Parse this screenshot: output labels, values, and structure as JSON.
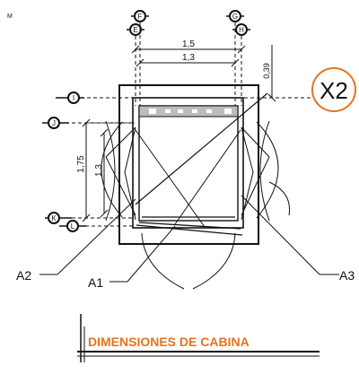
{
  "corner_mark": "M",
  "grid_markers": [
    "F",
    "E",
    "G",
    "H",
    "I",
    "J",
    "K",
    "L"
  ],
  "dimensions": {
    "width_outer": "1,5",
    "width_inner": "1,3",
    "depth_outer": "1,75",
    "depth_inner": "1,3",
    "top_offset": "0,39"
  },
  "callout": "X2",
  "labels": {
    "a1": "A1",
    "a2": "A2",
    "a3": "A3"
  },
  "caption": "DIMENSIONES DE CABINA",
  "colors": {
    "callout_ring": "#e8731c",
    "caption": "#e8731c",
    "line": "#111111"
  }
}
